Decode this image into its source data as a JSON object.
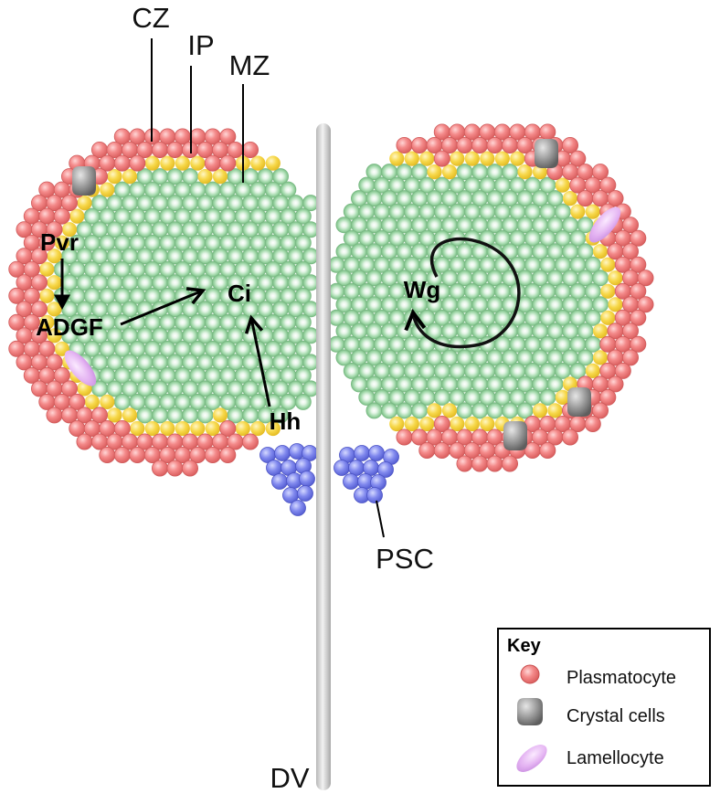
{
  "labels": {
    "cz": "CZ",
    "ip": "IP",
    "mz": "MZ",
    "psc": "PSC",
    "dv": "DV"
  },
  "signals": {
    "pvr": "Pvr",
    "adgf": "ADGF",
    "ci": "Ci",
    "hh": "Hh",
    "wg": "Wg"
  },
  "key": {
    "title": "Key",
    "items": [
      {
        "label": "Plasmatocyte",
        "icon": "plasmatocyte-icon"
      },
      {
        "label": "Crystal cells",
        "icon": "crystal-cell-icon"
      },
      {
        "label": "Lamellocyte",
        "icon": "lamellocyte-icon"
      }
    ]
  },
  "colors": {
    "plasmatocyte": "#f08080",
    "plasmatocyte_edge": "#d95f5f",
    "intermediate": "#f5d547",
    "medullary": "#a8dcae",
    "medullary_edge": "#6fb57a",
    "psc": "#7f87e8",
    "crystal": "#9a9a9a",
    "lamellocyte": "#e6b6f2",
    "midline": "#cfcfcf"
  }
}
